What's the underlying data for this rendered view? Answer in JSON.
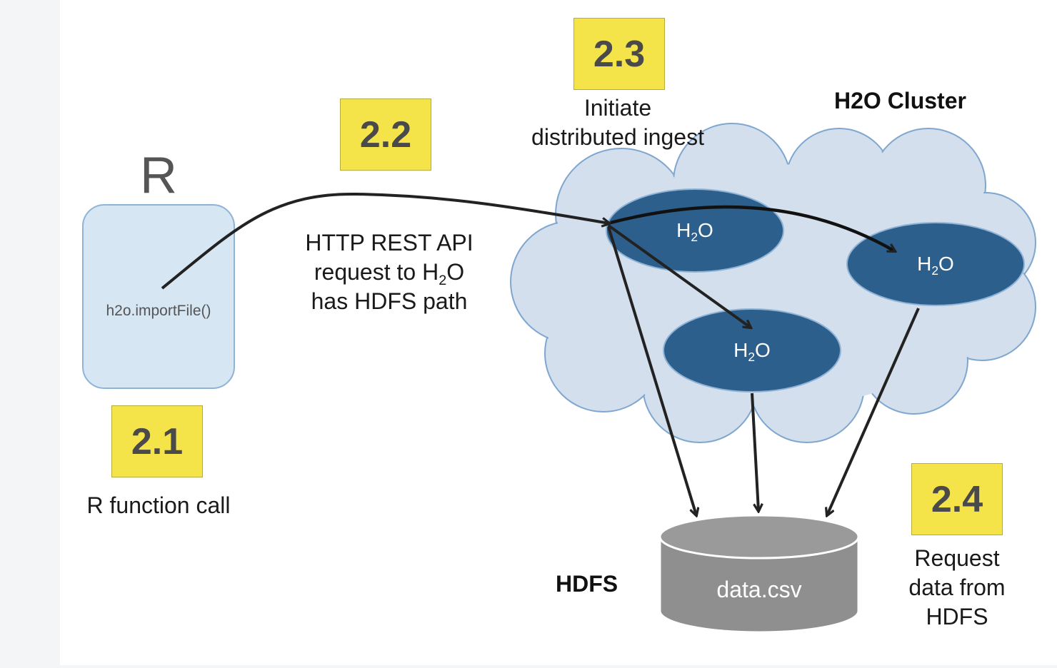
{
  "client": {
    "title": "R",
    "function_call": "h2o.importFile()",
    "badge": "2.1",
    "caption": "R function call"
  },
  "request": {
    "badge": "2.2",
    "line1": "HTTP REST API",
    "line2_prefix": "request to H",
    "line2_sub": "2",
    "line2_suffix": "O",
    "line3": "has HDFS path"
  },
  "ingest": {
    "badge": "2.3",
    "line1": "Initiate",
    "line2": "distributed ingest"
  },
  "cluster": {
    "title": "H2O Cluster",
    "nodes": [
      {
        "prefix": "H",
        "sub": "2",
        "suffix": "O"
      },
      {
        "prefix": "H",
        "sub": "2",
        "suffix": "O"
      },
      {
        "prefix": "H",
        "sub": "2",
        "suffix": "O"
      }
    ]
  },
  "storage": {
    "title": "HDFS",
    "file": "data.csv"
  },
  "request_data": {
    "badge": "2.4",
    "line1": "Request",
    "line2": "data from",
    "line3": "HDFS"
  },
  "colors": {
    "cloud_fill": "#d3dfec",
    "cloud_stroke": "#7fa6cf",
    "node_fill": "#2d5f8c",
    "client_fill": "#d6e6f3",
    "badge_fill": "#f5e34a",
    "cylinder_fill": "#8f8f8f",
    "arrow": "#222222"
  }
}
